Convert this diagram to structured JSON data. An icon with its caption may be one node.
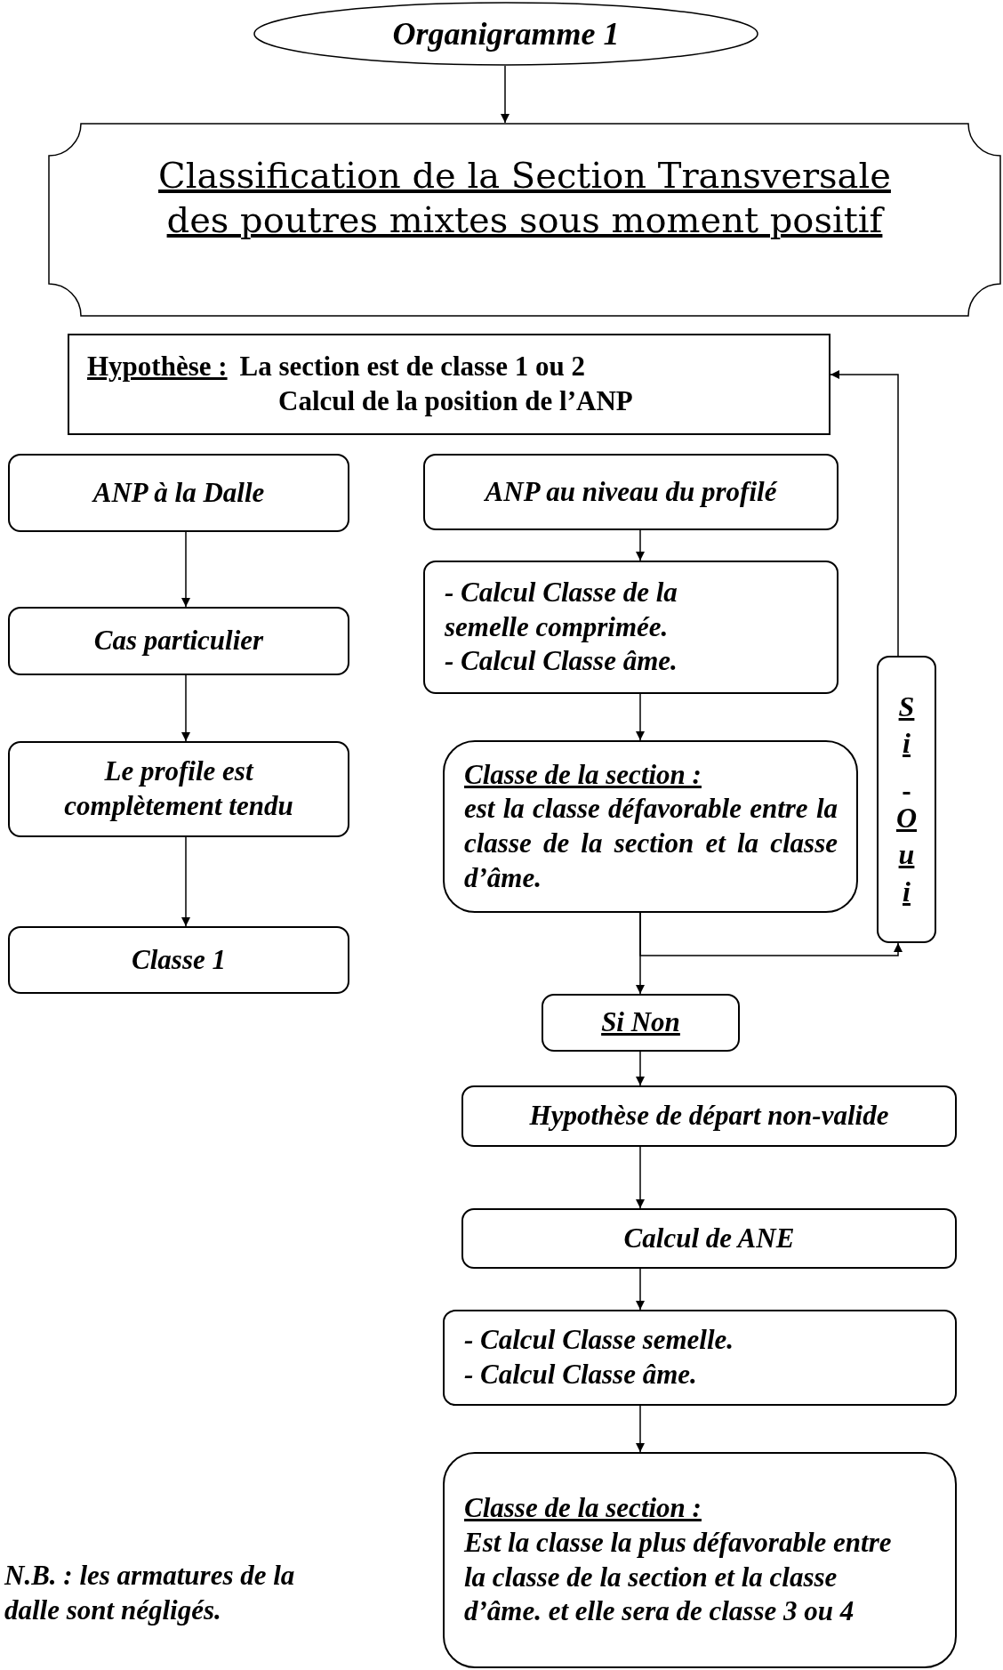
{
  "diagram": {
    "nodes": [
      {
        "text": [
          "Organigramme 1"
        ]
      },
      {
        "text": [
          "Classification de la Section Transversale des poutres mixtes sous moment positif"
        ]
      },
      {
        "text": [
          "Hypothèse :",
          "La section est de classe 1 ou 2",
          "Calcul de la position de l’ANP"
        ]
      },
      {
        "text": [
          "ANP à la Dalle"
        ]
      },
      {
        "text": [
          "ANP au niveau du profilé"
        ]
      },
      {
        "text": [
          "Cas particulier"
        ]
      },
      {
        "text": [
          "- Calcul Classe de la semelle comprimée.",
          "- Calcul Classe âme."
        ]
      },
      {
        "text": [
          "Le profile est complètement tendu"
        ]
      },
      {
        "text": [
          "Classe de la section :",
          "est la classe défavorable entre la classe de la section et la classe d’âme."
        ]
      },
      {
        "text": [
          "Si Oui"
        ]
      },
      {
        "text": [
          "Classe 1"
        ]
      },
      {
        "text": [
          "Si Non"
        ]
      },
      {
        "text": [
          "Hypothèse de départ non-valide"
        ]
      },
      {
        "text": [
          "Calcul de ANE"
        ]
      },
      {
        "text": [
          "- Calcul Classe semelle.",
          "- Calcul Classe âme."
        ]
      },
      {
        "text": [
          "Classe de la section :",
          "Est la classe la plus défavorable entre la classe de la section et la classe d’âme. et elle sera de classe 3 ou 4"
        ]
      }
    ],
    "edges": [
      {
        "from": 0,
        "to": 1,
        "arrow": "to"
      },
      {
        "from": 3,
        "to": 5,
        "arrow": "to"
      },
      {
        "from": 5,
        "to": 7,
        "arrow": "to"
      },
      {
        "from": 7,
        "to": 10,
        "arrow": "to"
      },
      {
        "from": 4,
        "to": 6,
        "arrow": "to"
      },
      {
        "from": 6,
        "to": 8,
        "arrow": "to"
      },
      {
        "from": 8,
        "to": 11,
        "arrow": "to"
      },
      {
        "from": 8,
        "to": 9,
        "arrow": "to"
      },
      {
        "from": 9,
        "to": 2,
        "arrow": "to"
      },
      {
        "from": 11,
        "to": 12,
        "arrow": "to"
      },
      {
        "from": 12,
        "to": 13,
        "arrow": "to"
      },
      {
        "from": 13,
        "to": 14,
        "arrow": "to"
      },
      {
        "from": 14,
        "to": 15,
        "arrow": "to"
      }
    ],
    "labels": [
      "N.B. : les armatures de la dalle sont négligés."
    ]
  }
}
